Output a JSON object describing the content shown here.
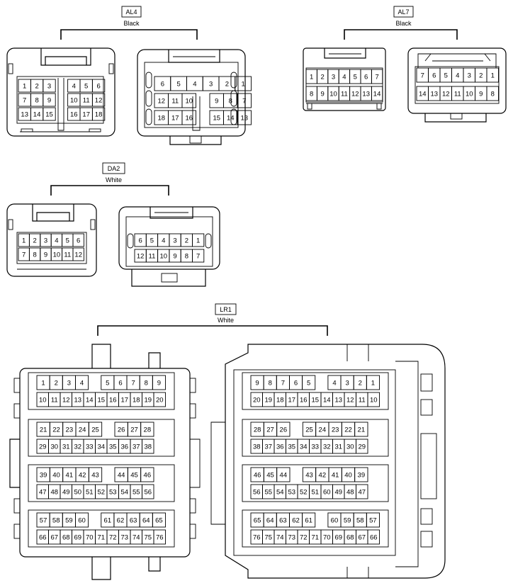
{
  "connectors": {
    "al4": {
      "code": "AL4",
      "color": "Black"
    },
    "al7": {
      "code": "AL7",
      "color": "Black"
    },
    "da2": {
      "code": "DA2",
      "color": "White"
    },
    "lr1": {
      "code": "LR1",
      "color": "White"
    }
  },
  "pins": {
    "al4_left": [
      [
        "1",
        "2",
        "3",
        "",
        "4",
        "5",
        "6"
      ],
      [
        "7",
        "8",
        "9",
        "",
        "10",
        "11",
        "12"
      ],
      [
        "13",
        "14",
        "15",
        "",
        "16",
        "17",
        "18"
      ]
    ],
    "al4_right": [
      [
        "6",
        "5",
        "4",
        "3",
        "2",
        "1"
      ],
      [
        "12",
        "11",
        "10",
        "",
        "9",
        "8",
        "7"
      ],
      [
        "18",
        "17",
        "16",
        "",
        "15",
        "14",
        "13"
      ]
    ],
    "al7_left": [
      [
        "1",
        "2",
        "3",
        "4",
        "5",
        "6",
        "7"
      ],
      [
        "8",
        "9",
        "10",
        "11",
        "12",
        "13",
        "14"
      ]
    ],
    "al7_right": [
      [
        "7",
        "6",
        "5",
        "4",
        "3",
        "2",
        "1"
      ],
      [
        "14",
        "13",
        "12",
        "11",
        "10",
        "9",
        "8"
      ]
    ],
    "da2_left": [
      [
        "1",
        "2",
        "3",
        "4",
        "5",
        "6"
      ],
      [
        "7",
        "8",
        "9",
        "10",
        "11",
        "12"
      ]
    ],
    "da2_right": [
      [
        "6",
        "5",
        "4",
        "3",
        "2",
        "1"
      ],
      [
        "12",
        "11",
        "10",
        "9",
        "8",
        "7"
      ]
    ],
    "lr1_left": [
      [
        [
          "1",
          "2",
          "3",
          "4",
          "",
          "5",
          "6",
          "7",
          "8",
          "9"
        ],
        [
          "10",
          "11",
          "12",
          "13",
          "14",
          "15",
          "16",
          "17",
          "18",
          "19",
          "20"
        ]
      ],
      [
        [
          "21",
          "22",
          "23",
          "24",
          "25",
          "",
          "26",
          "27",
          "28"
        ],
        [
          "29",
          "30",
          "31",
          "32",
          "33",
          "34",
          "35",
          "36",
          "37",
          "38"
        ]
      ],
      [
        [
          "39",
          "40",
          "41",
          "42",
          "43",
          "",
          "44",
          "45",
          "46"
        ],
        [
          "47",
          "48",
          "49",
          "50",
          "51",
          "52",
          "53",
          "54",
          "55",
          "56"
        ]
      ],
      [
        [
          "57",
          "58",
          "59",
          "60",
          "",
          "61",
          "62",
          "63",
          "64",
          "65"
        ],
        [
          "66",
          "67",
          "68",
          "69",
          "70",
          "71",
          "72",
          "73",
          "74",
          "75",
          "76"
        ]
      ]
    ],
    "lr1_right": [
      [
        [
          "9",
          "8",
          "7",
          "6",
          "5",
          "",
          "4",
          "3",
          "2",
          "1"
        ],
        [
          "20",
          "19",
          "18",
          "17",
          "16",
          "15",
          "14",
          "13",
          "12",
          "11",
          "10"
        ]
      ],
      [
        [
          "28",
          "27",
          "26",
          "",
          "25",
          "24",
          "23",
          "22",
          "21"
        ],
        [
          "38",
          "37",
          "36",
          "35",
          "34",
          "33",
          "32",
          "31",
          "30",
          "29"
        ]
      ],
      [
        [
          "46",
          "45",
          "44",
          "",
          "43",
          "42",
          "41",
          "40",
          "39"
        ],
        [
          "56",
          "55",
          "54",
          "53",
          "52",
          "51",
          "60",
          "49",
          "48",
          "47"
        ]
      ],
      [
        [
          "65",
          "64",
          "63",
          "62",
          "61",
          "",
          "60",
          "59",
          "58",
          "57"
        ],
        [
          "76",
          "75",
          "74",
          "73",
          "72",
          "71",
          "70",
          "69",
          "68",
          "67",
          "66"
        ]
      ]
    ]
  }
}
